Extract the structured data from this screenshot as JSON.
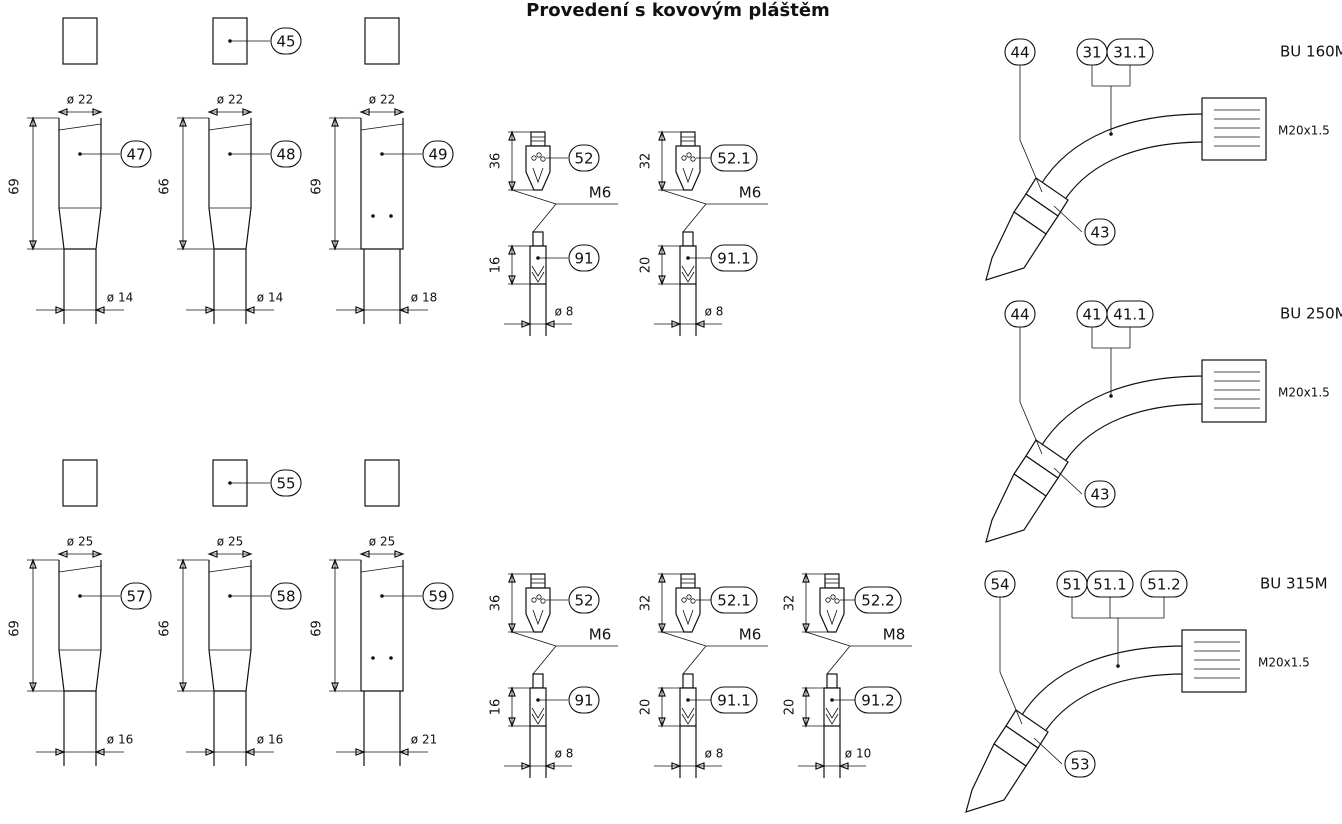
{
  "title": "Provedení s kovovým pláštěm",
  "rows": [
    {
      "caps": [
        {
          "callout": ""
        },
        {
          "callout": "45"
        },
        {
          "callout": ""
        }
      ],
      "nozzles": [
        {
          "top_dia": "ø 22",
          "length": "69",
          "callout": "47",
          "bottom_dia": "ø 14",
          "style": "taper"
        },
        {
          "top_dia": "ø 22",
          "length": "66",
          "callout": "48",
          "bottom_dia": "ø 14",
          "style": "taper"
        },
        {
          "top_dia": "ø 22",
          "length": "69",
          "callout": "49",
          "bottom_dia": "ø 18",
          "style": "straight"
        }
      ],
      "tips": [
        {
          "holder_len": "36",
          "holder_callout": "52",
          "thread": "M6",
          "tip_len": "16",
          "tip_callout": "91",
          "tip_dia": "ø 8"
        },
        {
          "holder_len": "32",
          "holder_callout": "52.1",
          "thread": "M6",
          "tip_len": "20",
          "tip_callout": "91.1",
          "tip_dia": "ø 8"
        }
      ]
    },
    {
      "caps": [
        {
          "callout": ""
        },
        {
          "callout": "55"
        },
        {
          "callout": ""
        }
      ],
      "nozzles": [
        {
          "top_dia": "ø 25",
          "length": "69",
          "callout": "57",
          "bottom_dia": "ø 16",
          "style": "taper"
        },
        {
          "top_dia": "ø 25",
          "length": "66",
          "callout": "58",
          "bottom_dia": "ø 16",
          "style": "taper"
        },
        {
          "top_dia": "ø 25",
          "length": "69",
          "callout": "59",
          "bottom_dia": "ø 21",
          "style": "straight"
        }
      ],
      "tips": [
        {
          "holder_len": "36",
          "holder_callout": "52",
          "thread": "M6",
          "tip_len": "16",
          "tip_callout": "91",
          "tip_dia": "ø 8"
        },
        {
          "holder_len": "32",
          "holder_callout": "52.1",
          "thread": "M6",
          "tip_len": "20",
          "tip_callout": "91.1",
          "tip_dia": "ø 8"
        },
        {
          "holder_len": "32",
          "holder_callout": "52.2",
          "thread": "M8",
          "tip_len": "20",
          "tip_callout": "91.2",
          "tip_dia": "ø 10"
        }
      ]
    }
  ],
  "necks": [
    {
      "model": "BU 160M",
      "thread": "M20x1.5",
      "callout_left": "44",
      "callouts_top": [
        "31",
        "31.1"
      ],
      "callout_bottom": "43"
    },
    {
      "model": "BU 250M",
      "thread": "M20x1.5",
      "callout_left": "44",
      "callouts_top": [
        "41",
        "41.1"
      ],
      "callout_bottom": "43"
    },
    {
      "model": "BU 315M",
      "thread": "M20x1.5",
      "callout_left": "54",
      "callouts_top": [
        "51",
        "51.1",
        "51.2"
      ],
      "callout_bottom": "53"
    }
  ]
}
